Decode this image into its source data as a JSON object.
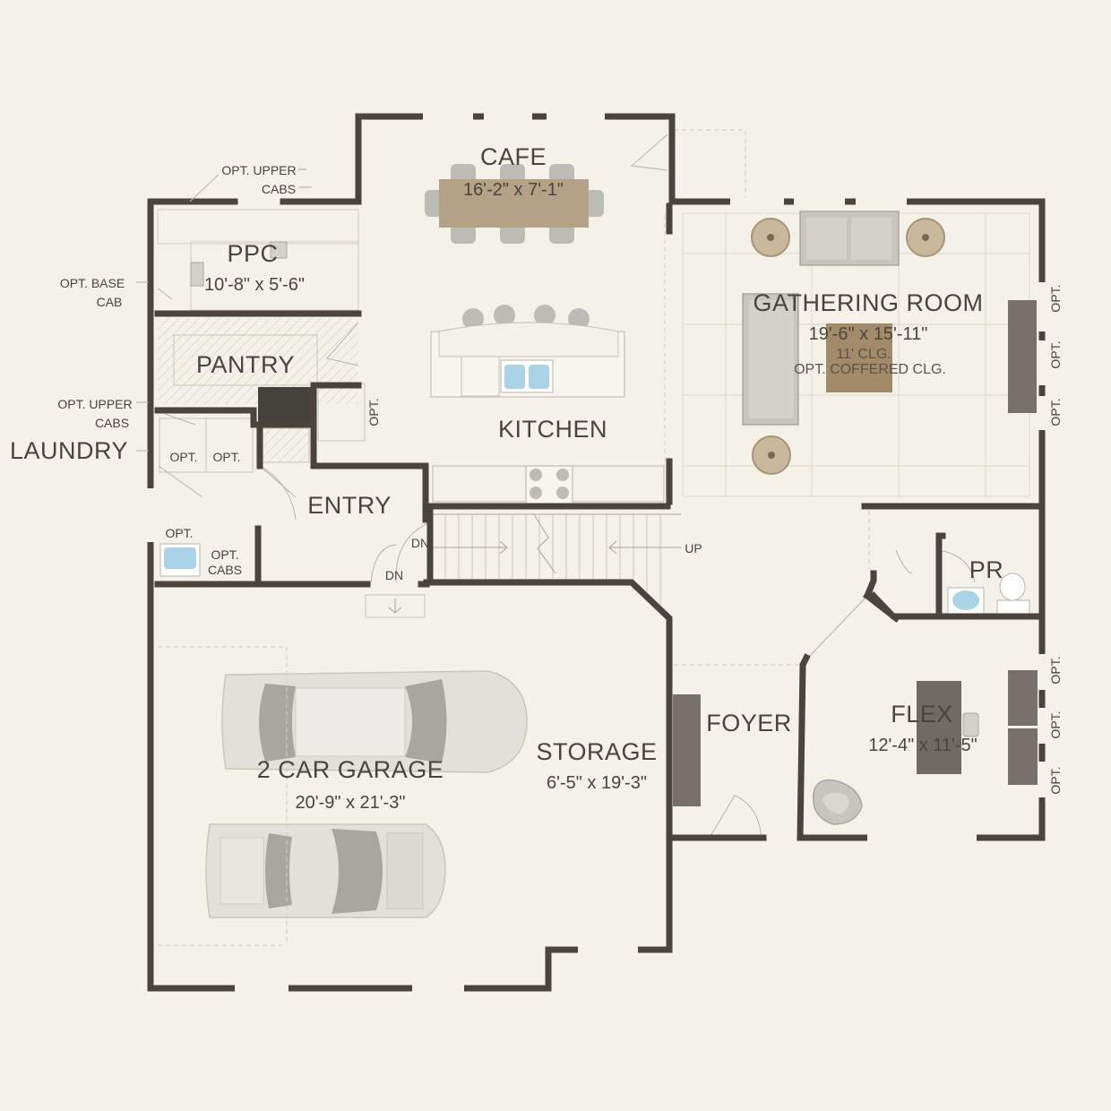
{
  "rooms": {
    "cafe": {
      "name": "CAFE",
      "dims": "16'-2\" x 7'-1\""
    },
    "ppc": {
      "name": "PPC",
      "dims": "10'-8\" x 5'-6\""
    },
    "pantry": {
      "name": "PANTRY"
    },
    "kitchen": {
      "name": "KITCHEN"
    },
    "gathering": {
      "name": "GATHERING ROOM",
      "dims": "19'-6\" x 15'-11\"",
      "note1": "11' CLG.",
      "note2": "OPT. COFFERED CLG."
    },
    "laundry": {
      "name": "LAUNDRY"
    },
    "entry": {
      "name": "ENTRY"
    },
    "pr": {
      "name": "PR"
    },
    "garage": {
      "name": "2 CAR GARAGE",
      "dims": "20'-9\" x 21'-3\""
    },
    "storage": {
      "name": "STORAGE",
      "dims": "6'-5\" x 19'-3\""
    },
    "foyer": {
      "name": "FOYER"
    },
    "flex": {
      "name": "FLEX",
      "dims": "12'-4\" x 11'-5\""
    }
  },
  "notes": {
    "opt_upper_cabs_1_a": "OPT. UPPER",
    "opt_upper_cabs_1_b": "CABS",
    "opt_base_cab_a": "OPT. BASE",
    "opt_base_cab_b": "CAB",
    "opt_upper_cabs_2_a": "OPT. UPPER",
    "opt_upper_cabs_2_b": "CABS",
    "opt": "OPT.",
    "opt_cabs_a": "OPT.",
    "opt_cabs_b": "CABS",
    "dn": "DN",
    "up": "UP"
  },
  "colors": {
    "background": "#f3f1e8",
    "wall": "#4a443d",
    "table": "#b5a286",
    "coffee_table": "#a38a68",
    "sofa": "#c7c5c0",
    "cabinet": "#77716a",
    "sink": "#a9d4e8"
  }
}
